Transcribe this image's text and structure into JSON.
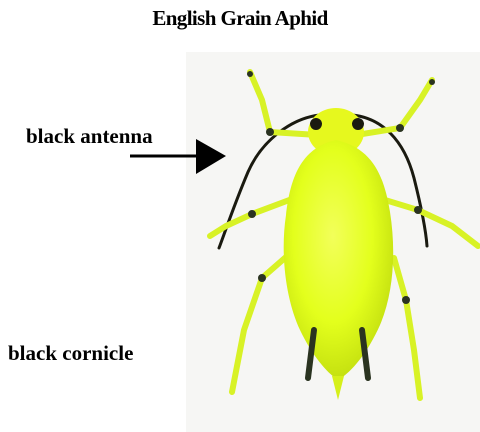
{
  "title": "English Grain Aphid",
  "labels": {
    "antenna": "black antenna",
    "cornicle": "black cornicle"
  },
  "colors": {
    "body": "#e3ff1c",
    "body_shade": "#c7e312",
    "legs": "#d8f226",
    "antenna": "#1a1a10",
    "leg_joint": "#2a3320",
    "arrow": "#000000"
  }
}
